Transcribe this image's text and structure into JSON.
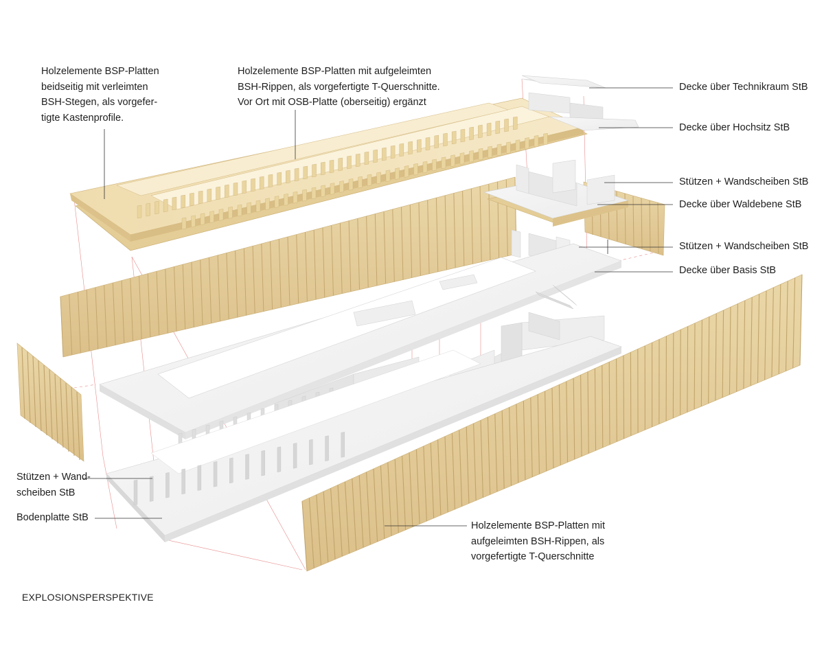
{
  "caption": "EXPLOSIONSPERSPEKTIVE",
  "labels": {
    "top_left": [
      "Holzelemente BSP-Platten",
      "beidseitig mit verleimten",
      "BSH-Stegen, als vorgefer-",
      "tigte Kastenprofile."
    ],
    "top_center": [
      "Holzelemente BSP-Platten mit aufgeleimten",
      "BSH-Rippen, als vorgefertigte T-Querschnitte.",
      "Vor Ort mit OSB-Platte (oberseitig) ergänzt"
    ],
    "decke_technikraum": "Decke über Technikraum StB",
    "decke_hochsitz": "Decke über Hochsitz StB",
    "stuetzen_1": "Stützen + Wandscheiben StB",
    "decke_waldebene": "Decke über Waldebene StB",
    "stuetzen_2": "Stützen + Wandscheiben StB",
    "decke_basis": "Decke über Basis StB",
    "stuetzen_bottom": [
      "Stützen + Wand-",
      "scheiben StB"
    ],
    "bodenplatte": "Bodenplatte StB",
    "bottom_right": [
      "Holzelemente BSP-Platten mit",
      "aufgeleimten BSH-Rippen, als",
      "vorgefertigte T-Querschnitte"
    ]
  },
  "colors": {
    "wood_light": "#f3e4bf",
    "wood_mid": "#e7d3a4",
    "wood_dark": "#cdb37c",
    "concrete": "#f1f1f1",
    "concrete_edge": "#d9d9d9",
    "concrete_side": "#e2e2e2",
    "guide_line": "#e88a8a",
    "leader_line": "#333333"
  }
}
